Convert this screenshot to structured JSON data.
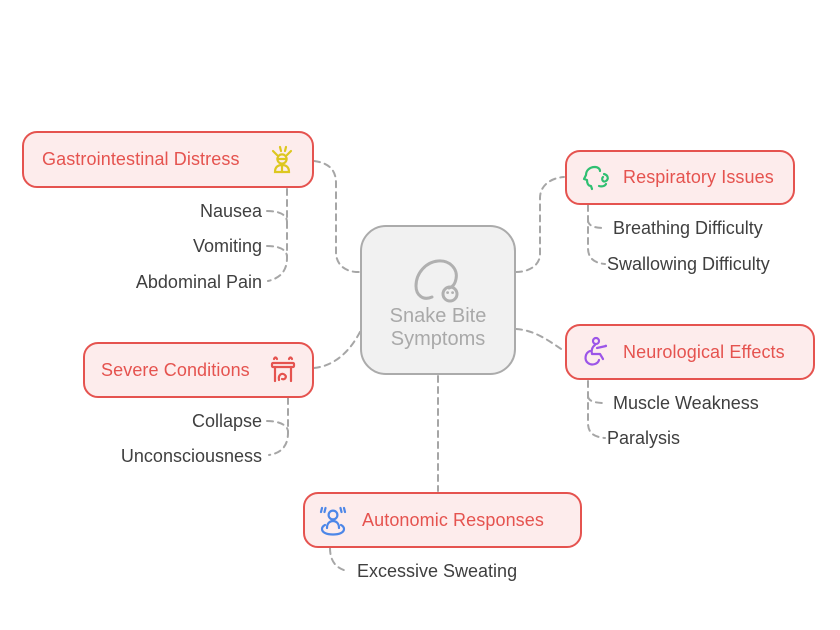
{
  "center": {
    "label": "Snake Bite Symptoms",
    "icon": "snake-icon"
  },
  "branches": [
    {
      "id": "gastrointestinal",
      "label": "Gastrointestinal Distress",
      "icon": "nausea-person-icon",
      "icon_color": "#ddc71f",
      "children": [
        "Nausea",
        "Vomiting",
        "Abdominal Pain"
      ]
    },
    {
      "id": "respiratory",
      "label": "Respiratory Issues",
      "icon": "breathing-face-icon",
      "icon_color": "#2fbf71",
      "children": [
        "Breathing Difficulty",
        "Swallowing Difficulty"
      ]
    },
    {
      "id": "severe",
      "label": "Severe Conditions",
      "icon": "collapse-shelter-icon",
      "icon_color": "#e5534f",
      "children": [
        "Collapse",
        "Unconsciousness"
      ]
    },
    {
      "id": "neurological",
      "label": "Neurological Effects",
      "icon": "wheelchair-icon",
      "icon_color": "#9c55e8",
      "children": [
        "Muscle Weakness",
        "Paralysis"
      ]
    },
    {
      "id": "autonomic",
      "label": "Autonomic Responses",
      "icon": "sweating-person-icon",
      "icon_color": "#4d87e8",
      "children": [
        "Excessive Sweating"
      ]
    }
  ],
  "colors": {
    "branch_border": "#e5534f",
    "branch_fill": "#fdecec",
    "branch_text": "#e5534f",
    "center_fill": "#f1f1f1",
    "center_border": "#ababab",
    "center_text": "#a9a9a9",
    "connector": "#a6a6a6",
    "child_text": "#3f3f3f"
  }
}
